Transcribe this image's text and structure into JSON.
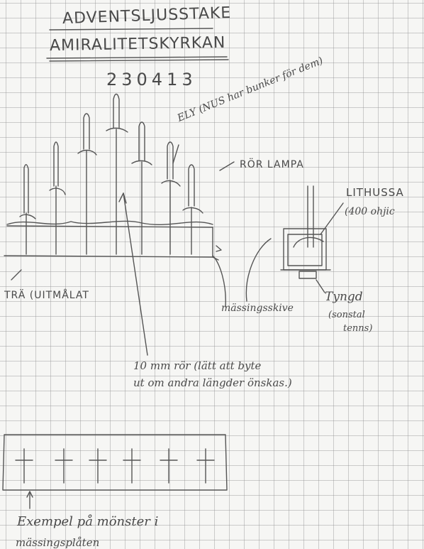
{
  "header": {
    "line1": "ADVENTSLJUSSTAKE",
    "line2": "AMIRALITETSKYRKAN",
    "date": "230413"
  },
  "annotations": {
    "ely": "ELY (NUS har bunker för dem)",
    "ror_lampa": "RÖR LAMPA",
    "lithuss": "LITHUSSA",
    "lithuss_sub": "(400 ohjic",
    "tra": "TRÄ (UITMÅLAT",
    "massing": "mässingsskive",
    "tyngd": "Tyngd",
    "tyngd_sub1": "(sonstal",
    "tyngd_sub2": "tenns)",
    "ror_note_1": "10 mm rör (lätt att byte",
    "ror_note_2": "ut om andra längder önskas.)",
    "example_1": "Exempel på mönster i",
    "example_2": "mässingsplåten"
  }
}
